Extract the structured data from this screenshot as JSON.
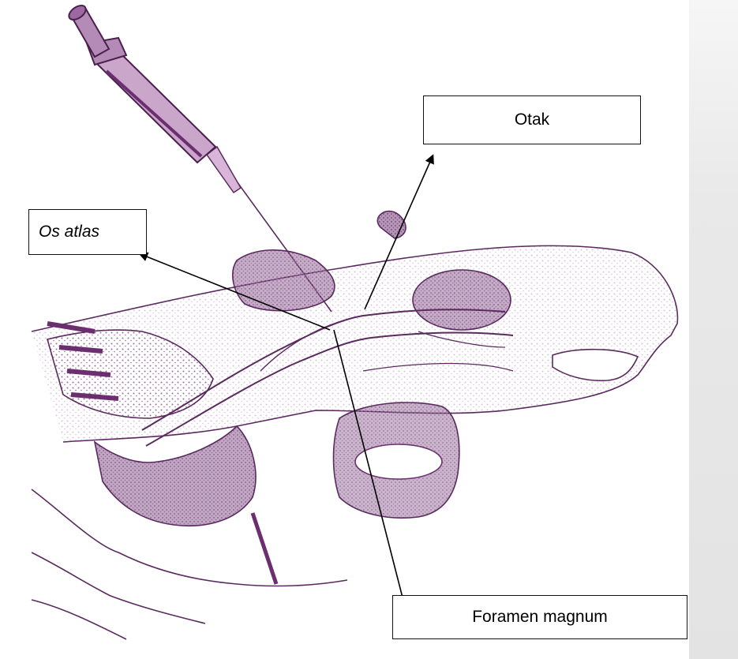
{
  "labels": {
    "otak": "Otak",
    "os_atlas": "Os atlas",
    "foramen_magnum": "Foramen magnum"
  },
  "colors": {
    "ink": "#5a2a5e",
    "stipple": "#6b2f6f",
    "syringe_fill": "#c9a3c9",
    "arrow": "#000000",
    "watermark": "#e6e6e6"
  },
  "icons": {
    "syringe": "syringe-icon"
  }
}
